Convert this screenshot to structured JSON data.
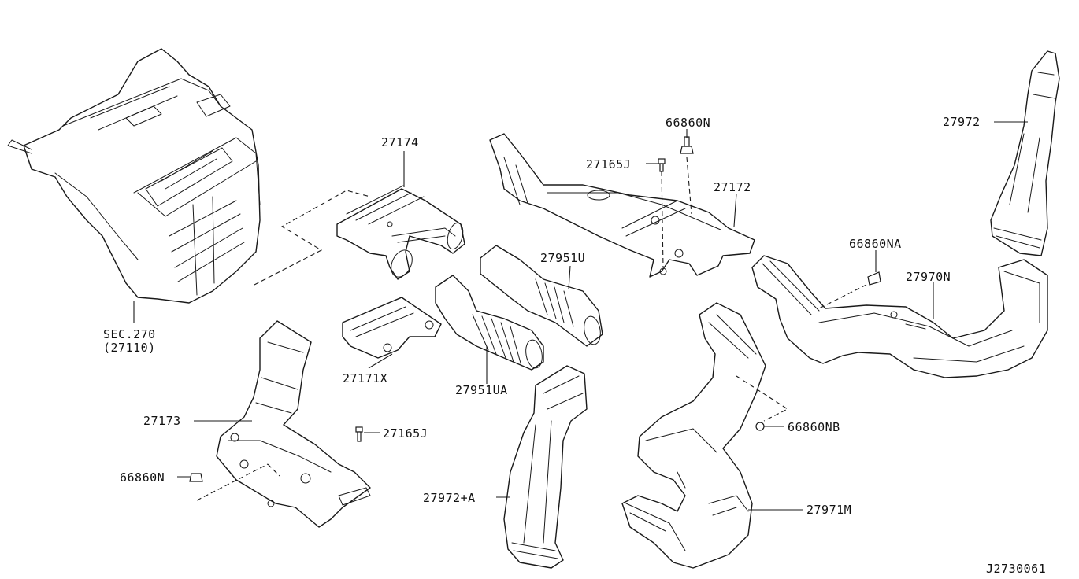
{
  "diagram": {
    "drawing_id": "J2730061",
    "callouts": {
      "sec_270": "SEC.270",
      "sec_270_ref": "(27110)",
      "p27174": "27174",
      "p27171x": "27171X",
      "p27173": "27173",
      "p27165j_a": "27165J",
      "p27165j_b": "27165J",
      "p66860n_a": "66860N",
      "p66860n_b": "66860N",
      "p27172": "27172",
      "p27951u": "27951U",
      "p27951ua": "27951UA",
      "p27972a": "27972+A",
      "p27972": "27972",
      "p66860na": "66860NA",
      "p27970n": "27970N",
      "p66860nb": "66860NB",
      "p27971m": "27971M"
    }
  }
}
